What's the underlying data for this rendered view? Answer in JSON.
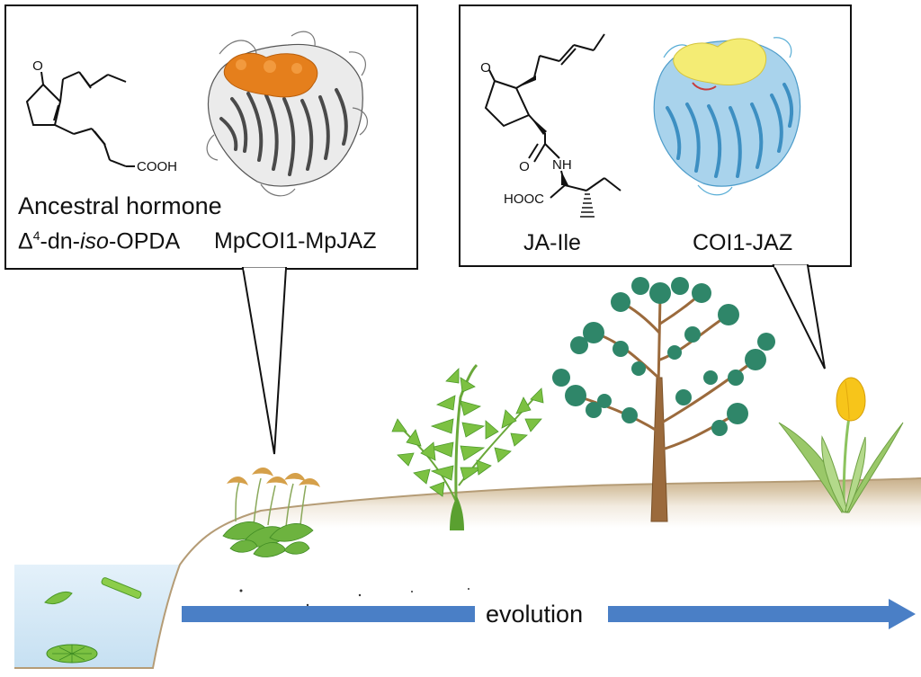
{
  "left_panel": {
    "hormone_caption": "Ancestral hormone",
    "hormone_delta": "Δ",
    "hormone_sup": "4",
    "hormone_dn": "-dn-",
    "hormone_iso": "iso",
    "hormone_opda": "-OPDA",
    "complex_label": "MpCOI1-MpJAZ",
    "atom_o": "O",
    "atom_cooh": "COOH"
  },
  "right_panel": {
    "hormone_label": "JA-Ile",
    "complex_label": "COI1-JAZ",
    "atom_o": "O",
    "atom_nh": "NH",
    "atom_o2": "O",
    "atom_hooc": "HOOC"
  },
  "arrow": {
    "label": "evolution"
  },
  "colors": {
    "arrow": "#4a7fc6",
    "soil": "#c4ab87",
    "water": "#cfe6f5",
    "mpcoi1_pocket": "#e57f1c",
    "coi1_pocket": "#f4ec74",
    "coi1_protein": "#5aaed6",
    "moss_sporophyte": "#d5a04a",
    "fern": "#7cc142",
    "pine_needles": "#2f8669",
    "tulip": "#f7c51a",
    "tulip_leaves": "#9ac869"
  }
}
